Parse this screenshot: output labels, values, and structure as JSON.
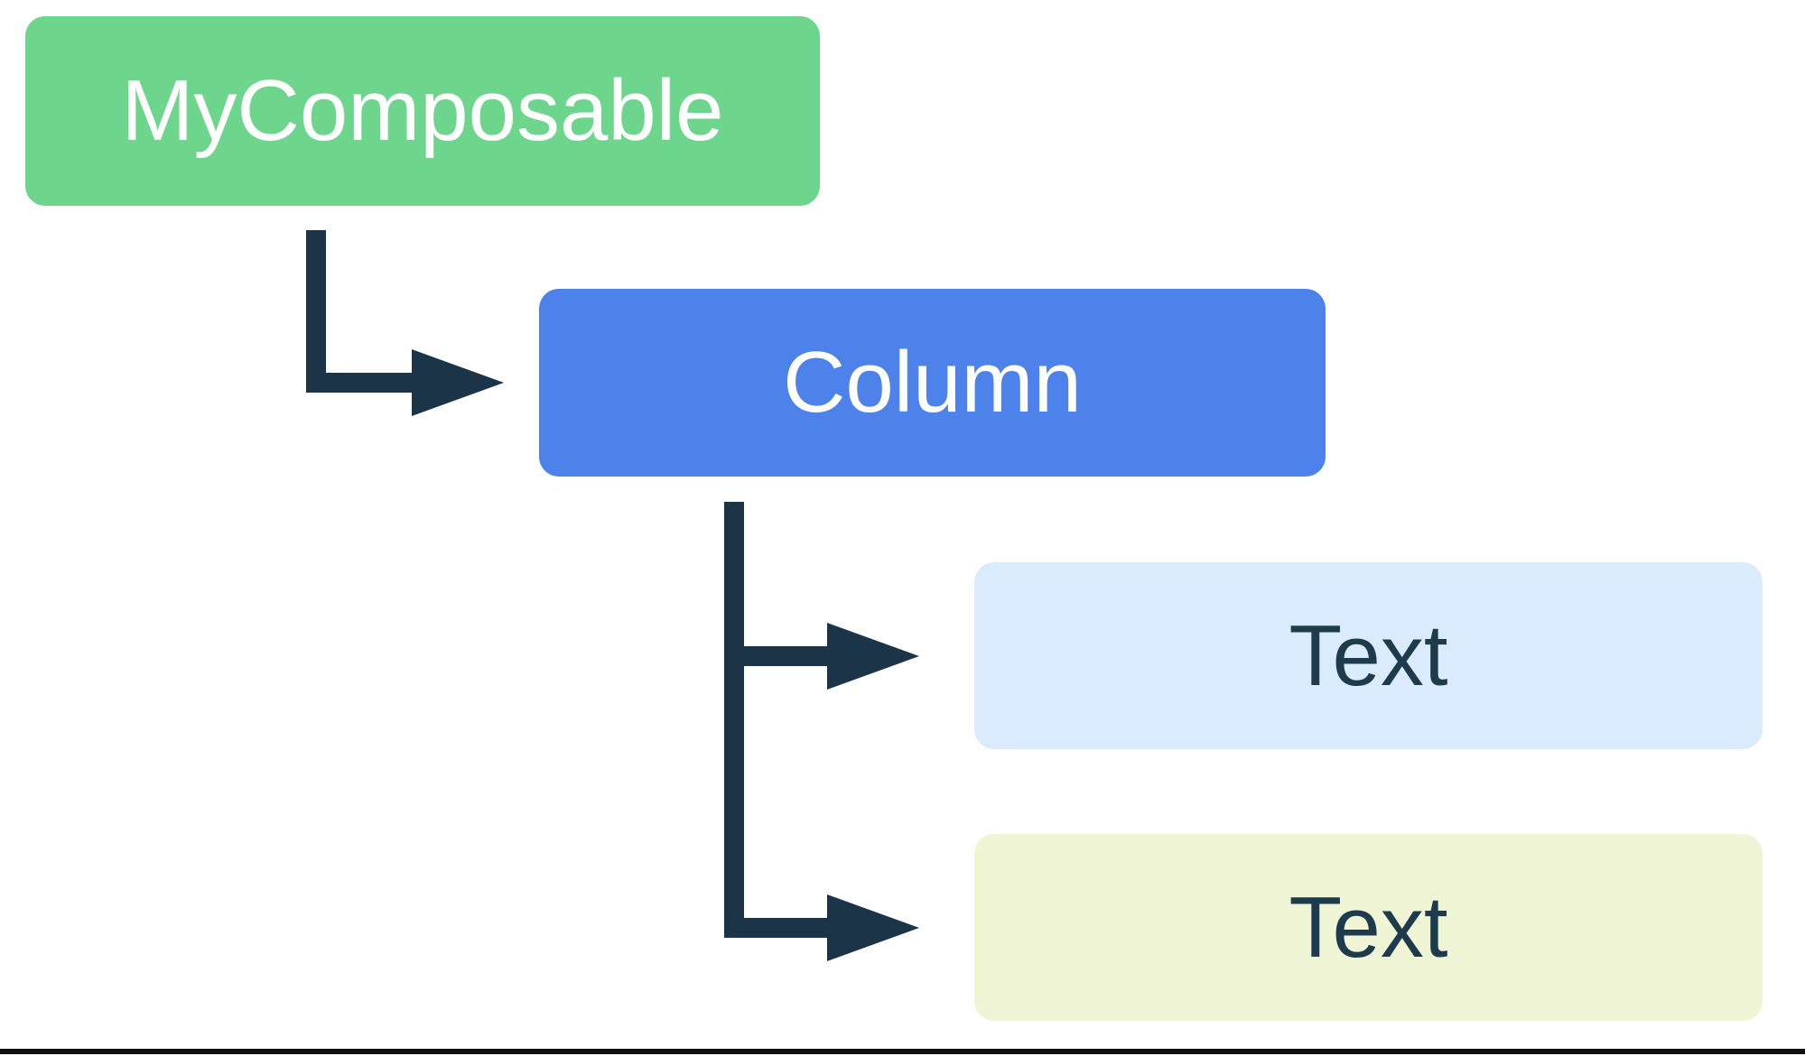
{
  "colors": {
    "canvas_bg": "#FFFFFF",
    "arrow": "#1B3447",
    "bottom_rule": "#0F1011",
    "label_light": "#FFFFFF",
    "label_dark": "#1D3B4D",
    "mycomposable_bg": "#6ED58C",
    "column_bg": "#4C82EA",
    "text1_bg": "#D9EBFC",
    "text2_bg": "#F0F5D6"
  },
  "diagram": {
    "nodes": [
      {
        "label": "MyComposable"
      },
      {
        "label": "Column"
      },
      {
        "label": "Text"
      },
      {
        "label": "Text"
      }
    ]
  }
}
